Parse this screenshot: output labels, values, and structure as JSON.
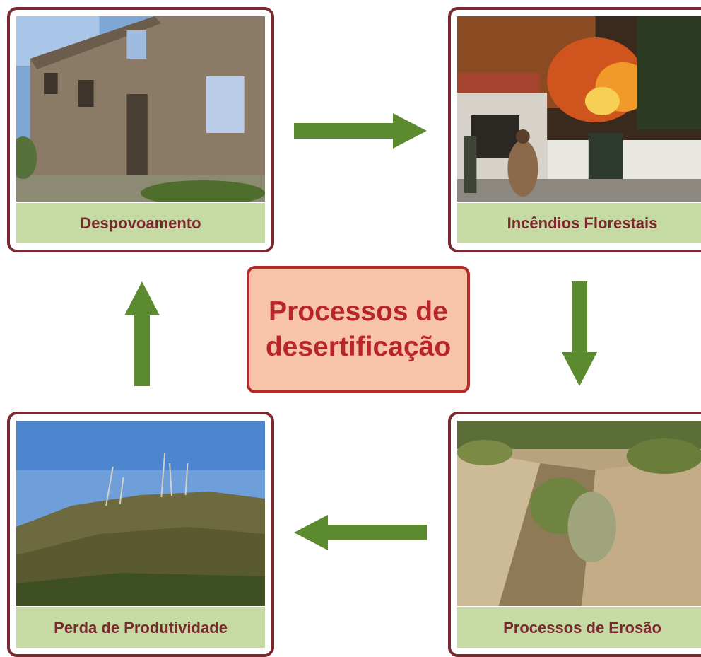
{
  "colors": {
    "card_border": "#7a2a2e",
    "label_background": "#c6dba4",
    "label_text": "#7a2a2e",
    "center_fill": "#f8c4a8",
    "center_border": "#b52b2b",
    "center_text": "#b8262b",
    "arrow": "#5b8a2f"
  },
  "center": {
    "title": "Processos de desertificação"
  },
  "cards": [
    {
      "label": "Despovoamento",
      "photo": "abandoned-stone-house"
    },
    {
      "label": "Incêndios Florestais",
      "photo": "forest-fire-near-houses"
    },
    {
      "label": "Processos de Erosão",
      "photo": "eroded-gully"
    },
    {
      "label": "Perda de Produtividade",
      "photo": "burnt-hillside"
    }
  ],
  "arrows": [
    "arrow-right",
    "arrow-down",
    "arrow-left",
    "arrow-up"
  ]
}
